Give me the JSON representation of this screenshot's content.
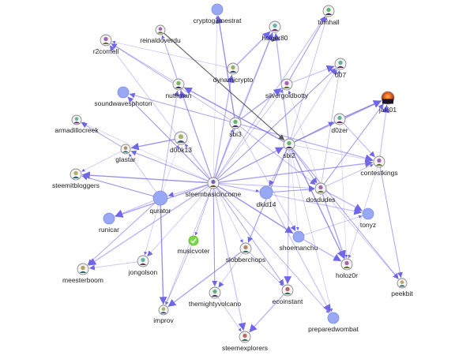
{
  "colors": {
    "edge": "#6f66e8",
    "edge_dark": "#555555",
    "node_plain": "#98a8f5",
    "node_stroke": "#8a8a8a",
    "node_green": "#7cd94a",
    "label": "#222222"
  },
  "nodes": [
    {
      "id": "cryptogamestrat",
      "label": "cryptogamestrat",
      "icon": "plain-circle-icon"
    },
    {
      "id": "tomhall",
      "label": "tomhall",
      "icon": "avatar-icon"
    },
    {
      "id": "reinaldoverdu",
      "label": "reinaldoverdu",
      "icon": "avatar-icon"
    },
    {
      "id": "holger80",
      "label": "holger80",
      "icon": "avatar-icon"
    },
    {
      "id": "r2cornell",
      "label": "r2cornell",
      "icon": "avatar-icon"
    },
    {
      "id": "dynamicrypto",
      "label": "dynamicrypto",
      "icon": "avatar-icon"
    },
    {
      "id": "007",
      "label": "007",
      "icon": "avatar-icon"
    },
    {
      "id": "silvergoldbotty",
      "label": "silvergoldbotty",
      "icon": "avatar-icon"
    },
    {
      "id": "nuthman",
      "label": "nuthman",
      "icon": "avatar-icon"
    },
    {
      "id": "soundwavesphoton",
      "label": "soundwavesphoton",
      "icon": "plain-circle-icon"
    },
    {
      "id": "jaki01",
      "label": "jaki01",
      "icon": "sunset-avatar-icon"
    },
    {
      "id": "d0zer",
      "label": "d0zer",
      "icon": "avatar-icon"
    },
    {
      "id": "armadillocreek",
      "label": "armadillocreek",
      "icon": "avatar-icon"
    },
    {
      "id": "sbi3",
      "label": "sbi3",
      "icon": "avatar-icon"
    },
    {
      "id": "d00k13",
      "label": "d00k13",
      "icon": "avatar-icon"
    },
    {
      "id": "sbi2",
      "label": "sbi2",
      "icon": "avatar-icon"
    },
    {
      "id": "glastar",
      "label": "glastar",
      "icon": "avatar-icon"
    },
    {
      "id": "contestkings",
      "label": "contestkings",
      "icon": "avatar-icon"
    },
    {
      "id": "steemitbloggers",
      "label": "steemitbloggers",
      "icon": "avatar-icon"
    },
    {
      "id": "steembasicincome",
      "label": "steembasicincome",
      "icon": "avatar-icon"
    },
    {
      "id": "dkid14",
      "label": "dkid14",
      "icon": "plain-circle-icon"
    },
    {
      "id": "dosdudes",
      "label": "dosdudes",
      "icon": "avatar-icon"
    },
    {
      "id": "quratar",
      "label": "qurator",
      "icon": "plain-circle-icon"
    },
    {
      "id": "runicar",
      "label": "runicar",
      "icon": "plain-circle-icon"
    },
    {
      "id": "tonyz",
      "label": "tonyz",
      "icon": "plain-circle-icon"
    },
    {
      "id": "musicvoter",
      "label": "musicvoter",
      "icon": "checkmark-icon"
    },
    {
      "id": "shoemanchu",
      "label": "shoemanchu",
      "icon": "plain-circle-icon"
    },
    {
      "id": "slobberchops",
      "label": "slobberchops",
      "icon": "avatar-icon"
    },
    {
      "id": "jongolson",
      "label": "jongolson",
      "icon": "avatar-icon"
    },
    {
      "id": "meesterboom",
      "label": "meesterboom",
      "icon": "avatar-icon"
    },
    {
      "id": "holoz0r",
      "label": "holoz0r",
      "icon": "avatar-icon"
    },
    {
      "id": "peekbit",
      "label": "peekbit",
      "icon": "avatar-icon"
    },
    {
      "id": "themightyvolcano",
      "label": "themightyvolcano",
      "icon": "avatar-icon"
    },
    {
      "id": "ecoinstant",
      "label": "ecoinstant",
      "icon": "avatar-icon"
    },
    {
      "id": "improv",
      "label": "improv",
      "icon": "avatar-icon"
    },
    {
      "id": "preparedwombat",
      "label": "preparedwombat",
      "icon": "plain-circle-icon"
    },
    {
      "id": "steemexplorers",
      "label": "steemexplorers",
      "icon": "avatar-icon"
    }
  ],
  "edges": [
    [
      "steembasicincome",
      "cryptogamestrat"
    ],
    [
      "steembasicincome",
      "tomhall"
    ],
    [
      "steembasicincome",
      "holger80"
    ],
    [
      "steembasicincome",
      "reinaldoverdu"
    ],
    [
      "steembasicincome",
      "r2cornell"
    ],
    [
      "steembasicincome",
      "dynamicrypto"
    ],
    [
      "steembasicincome",
      "silvergoldbotty"
    ],
    [
      "steembasicincome",
      "007"
    ],
    [
      "steembasicincome",
      "nuthman"
    ],
    [
      "steembasicincome",
      "d00k13"
    ],
    [
      "steembasicincome",
      "glastar"
    ],
    [
      "steembasicincome",
      "steemitbloggers"
    ],
    [
      "steembasicincome",
      "armadillocreek"
    ],
    [
      "steembasicincome",
      "quratar"
    ],
    [
      "steembasicincome",
      "runicar"
    ],
    [
      "steembasicincome",
      "musicvoter"
    ],
    [
      "steembasicincome",
      "jongolson"
    ],
    [
      "steembasicincome",
      "meesterboom"
    ],
    [
      "steembasicincome",
      "improv"
    ],
    [
      "steembasicincome",
      "themightyvolcano"
    ],
    [
      "steembasicincome",
      "steemexplorers"
    ],
    [
      "steembasicincome",
      "slobberchops"
    ],
    [
      "steembasicincome",
      "ecoinstant"
    ],
    [
      "steembasicincome",
      "shoemanchu"
    ],
    [
      "steembasicincome",
      "dkid14"
    ],
    [
      "steembasicincome",
      "dosdudes"
    ],
    [
      "steembasicincome",
      "contestkings"
    ],
    [
      "steembasicincome",
      "preparedwombat"
    ],
    [
      "steembasicincome",
      "d0zer"
    ],
    [
      "steembasicincome",
      "sbi2"
    ],
    [
      "steembasicincome",
      "sbi3"
    ],
    [
      "steembasicincome",
      "soundwavesphoton"
    ],
    [
      "steembasicincome",
      "tonyz"
    ],
    [
      "sbi2",
      "contestkings"
    ],
    [
      "sbi2",
      "dosdudes"
    ],
    [
      "sbi2",
      "holoz0r"
    ],
    [
      "sbi2",
      "shoemanchu"
    ],
    [
      "sbi2",
      "dkid14"
    ],
    [
      "sbi2",
      "jaki01"
    ],
    [
      "sbi2",
      "d0zer"
    ],
    [
      "sbi2",
      "007"
    ],
    [
      "sbi2",
      "holger80"
    ],
    [
      "sbi2",
      "tomhall"
    ],
    [
      "sbi2",
      "slobberchops"
    ],
    [
      "sbi2",
      "ecoinstant"
    ],
    [
      "sbi2",
      "preparedwombat"
    ],
    [
      "sbi2",
      "peekbit"
    ],
    [
      "sbi3",
      "cryptogamestrat"
    ],
    [
      "sbi3",
      "holger80"
    ],
    [
      "sbi3",
      "dosdudes"
    ],
    [
      "sbi3",
      "silvergoldbotty"
    ],
    [
      "sbi3",
      "r2cornell"
    ],
    [
      "sbi3",
      "shoemanchu"
    ],
    [
      "sbi3",
      "contestkings"
    ],
    [
      "quratar",
      "glastar"
    ],
    [
      "quratar",
      "steemitbloggers"
    ],
    [
      "quratar",
      "runicar"
    ],
    [
      "quratar",
      "jongolson"
    ],
    [
      "quratar",
      "meesterboom"
    ],
    [
      "quratar",
      "improv"
    ],
    [
      "quratar",
      "d00k13"
    ],
    [
      "quratar",
      "nuthman"
    ],
    [
      "dosdudes",
      "holoz0r"
    ],
    [
      "dosdudes",
      "contestkings"
    ],
    [
      "dosdudes",
      "peekbit"
    ],
    [
      "dosdudes",
      "tonyz"
    ],
    [
      "dosdudes",
      "007"
    ],
    [
      "dosdudes",
      "jaki01"
    ],
    [
      "contestkings",
      "jaki01"
    ],
    [
      "contestkings",
      "holoz0r"
    ],
    [
      "contestkings",
      "peekbit"
    ],
    [
      "d0zer",
      "jaki01"
    ],
    [
      "d0zer",
      "holoz0r"
    ],
    [
      "d0zer",
      "contestkings"
    ],
    [
      "slobberchops",
      "improv"
    ],
    [
      "slobberchops",
      "ecoinstant"
    ],
    [
      "slobberchops",
      "themightyvolcano"
    ],
    [
      "shoemanchu",
      "holoz0r"
    ],
    [
      "shoemanchu",
      "tonyz"
    ],
    [
      "dkid14",
      "dosdudes"
    ],
    [
      "dkid14",
      "preparedwombat"
    ],
    [
      "glastar",
      "steemitbloggers"
    ],
    [
      "glastar",
      "armadillocreek"
    ],
    [
      "d00k13",
      "glastar"
    ],
    [
      "nuthman",
      "reinaldoverdu"
    ],
    [
      "nuthman",
      "r2cornell"
    ],
    [
      "dynamicrypto",
      "holger80"
    ],
    [
      "musicvoter",
      "improv"
    ],
    [
      "jongolson",
      "meesterboom"
    ],
    [
      "ecoinstant",
      "steemexplorers"
    ],
    [
      "themightyvolcano",
      "steemexplorers"
    ],
    [
      "silvergoldbotty",
      "tomhall"
    ],
    [
      "silvergoldbotty",
      "007"
    ],
    [
      "dynamicrypto",
      "r2cornell"
    ],
    [
      "sbi3",
      "soundwavesphoton"
    ],
    [
      "sbi2",
      "nuthman"
    ],
    [
      "dosdudes",
      "silvergoldbotty"
    ]
  ],
  "dark_edges": [
    [
      "reinaldoverdu",
      "sbi2"
    ]
  ]
}
